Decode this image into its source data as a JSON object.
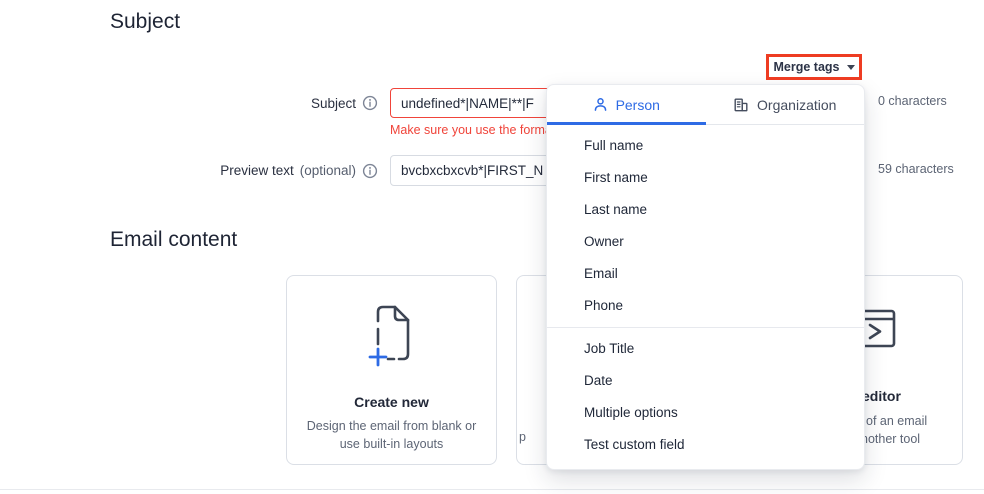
{
  "page": {
    "section1_title": "Subject",
    "section2_title": "Email content"
  },
  "merge_tags": {
    "label": "Merge tags",
    "icon": "caret-down-icon",
    "highlight_color": "#ee3c22"
  },
  "subject_row": {
    "label": "Subject",
    "info_icon": "info-icon",
    "value": "undefined*|NAME|**|F",
    "char_count": "0 characters",
    "error": "Make sure you use the forma"
  },
  "preview_row": {
    "label": "Preview text",
    "optional_label": "(optional)",
    "info_icon": "info-icon",
    "value": "bvcbxcbxcvb*|FIRST_N",
    "char_count": "59 characters"
  },
  "dropdown": {
    "tabs": [
      {
        "label": "Person",
        "icon": "person-icon",
        "active": true
      },
      {
        "label": "Organization",
        "icon": "organization-icon",
        "active": false
      }
    ],
    "groups": [
      {
        "items": [
          "Full name",
          "First name",
          "Last name",
          "Owner",
          "Email",
          "Phone"
        ]
      },
      {
        "items": [
          "Job Title",
          "Date",
          "Multiple options",
          "Test custom field"
        ]
      }
    ]
  },
  "cards": {
    "create_new": {
      "icon": "new-document-icon",
      "title": "Create new",
      "description_line1": "Design the email from blank or",
      "description_line2": "use built-in layouts"
    },
    "middle_card_visible_fragment": "p",
    "right_card": {
      "icon": "code-window-icon",
      "title_fragment": "editor",
      "description_fragment1": "of an email",
      "description_fragment2": "nother tool"
    }
  },
  "colors": {
    "accent_blue": "#2e6be5",
    "error_red": "#f0443a",
    "annotation_red": "#ee3c22",
    "text_dark": "#1e2434",
    "text_gray": "#5d6575"
  }
}
